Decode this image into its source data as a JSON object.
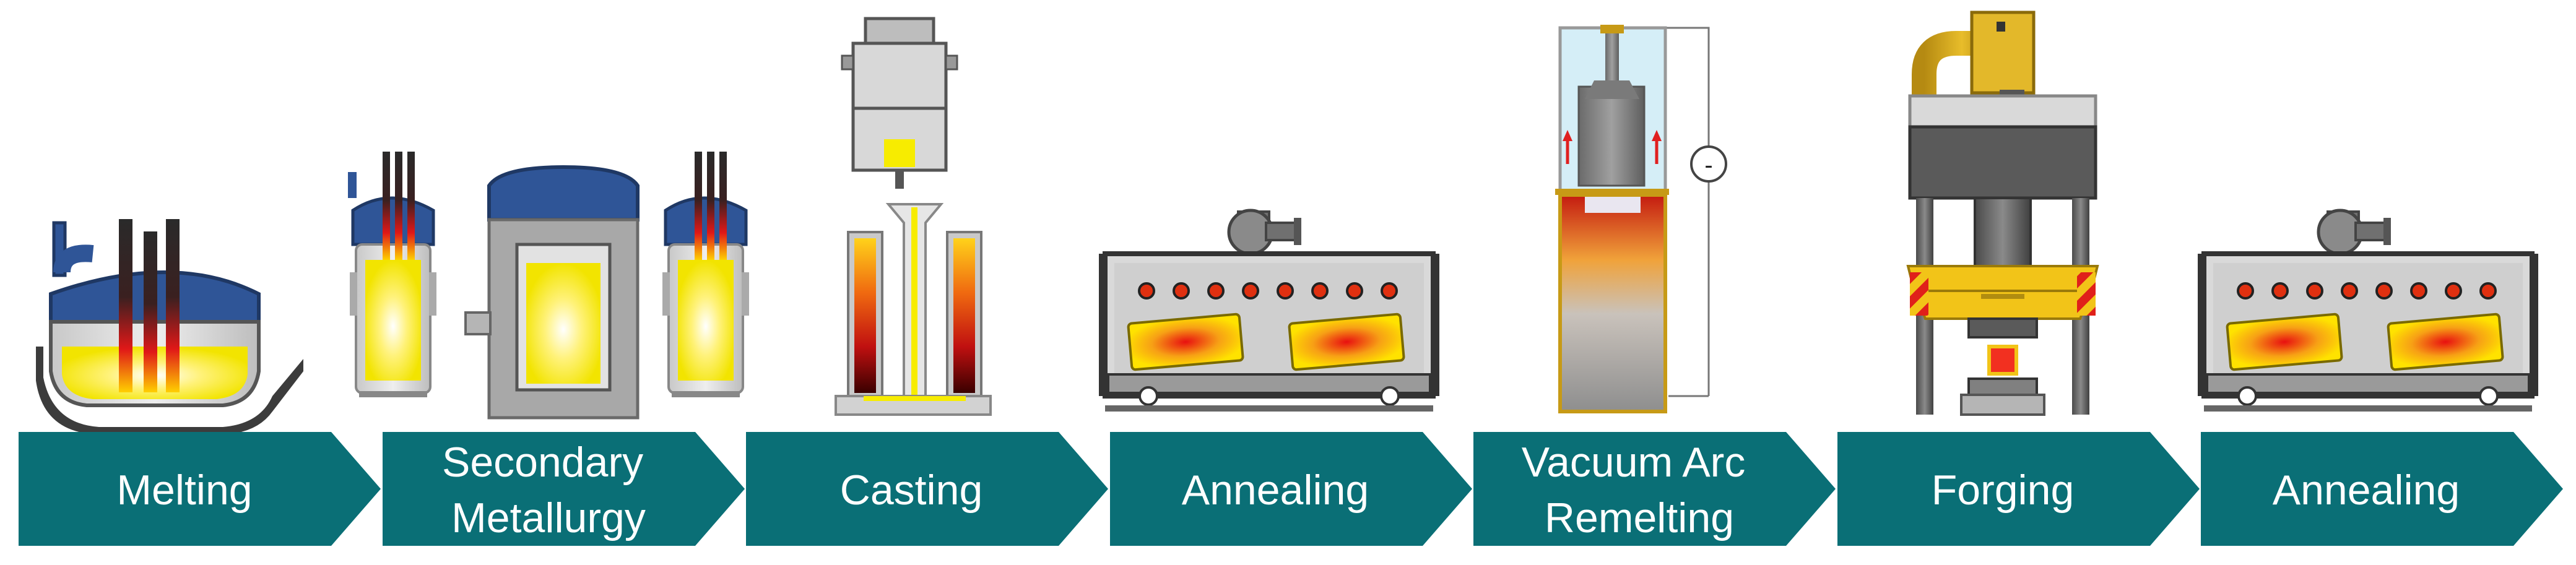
{
  "accent_color": "#0a6f76",
  "steps": [
    {
      "lines": [
        "Melting"
      ],
      "icon": "electric-arc-furnace-icon"
    },
    {
      "lines": [
        "Secondary",
        "Metallurgy"
      ],
      "icon": "ladle-and-vacuum-degassing-icon"
    },
    {
      "lines": [
        "Casting"
      ],
      "icon": "tundish-and-mold-icon"
    },
    {
      "lines": [
        "Annealing"
      ],
      "icon": "annealing-furnace-icon"
    },
    {
      "lines": [
        "Vacuum Arc",
        "Remelting"
      ],
      "icon": "vacuum-arc-remelting-furnace-icon"
    },
    {
      "lines": [
        "Forging"
      ],
      "icon": "forging-press-icon"
    },
    {
      "lines": [
        "Annealing"
      ],
      "icon": "annealing-furnace-icon"
    }
  ],
  "var_supply_symbol": "-"
}
